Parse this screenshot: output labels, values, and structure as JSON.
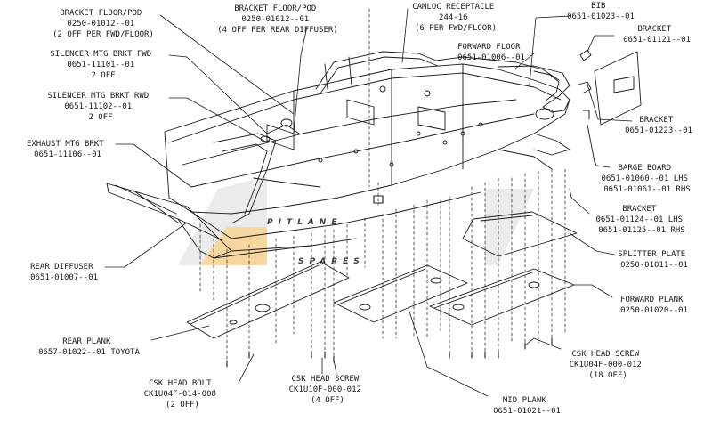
{
  "callouts": [
    {
      "id": "bracket-floor-pod-fwd",
      "lines": [
        "BRACKET FLOOR/POD",
        "0250-01012--01",
        "(2 OFF PER FWD/FLOOR)"
      ]
    },
    {
      "id": "bracket-floor-pod-rear",
      "lines": [
        "BRACKET FLOOR/POD",
        "0250-01012--01",
        "(4 OFF PER REAR DIFFUSER)"
      ]
    },
    {
      "id": "camloc-receptacle",
      "lines": [
        "CAMLOC RECEPTACLE",
        "244-16",
        "(6 PER FWD/FLOOR)"
      ]
    },
    {
      "id": "bib",
      "lines": [
        "BIB",
        "0651-01023--01"
      ]
    },
    {
      "id": "forward-floor",
      "lines": [
        "FORWARD FLOOR",
        "0651-01006--01"
      ]
    },
    {
      "id": "bracket-top",
      "lines": [
        "BRACKET",
        "0651-01121--01"
      ]
    },
    {
      "id": "silencer-mtg-brkt-fwd",
      "lines": [
        "SILENCER MTG BRKT FWD",
        "0651-11101--01",
        "2 OFF"
      ]
    },
    {
      "id": "silencer-mtg-brkt-rwd",
      "lines": [
        "SILENCER MTG BRKT RWD",
        "0651-11102--01",
        "2 OFF"
      ]
    },
    {
      "id": "bracket-side",
      "lines": [
        "BRACKET",
        "0651-01223--01"
      ]
    },
    {
      "id": "exhaust-mtg-brkt",
      "lines": [
        "EXHAUST MTG BRKT",
        "0651-11106--01"
      ]
    },
    {
      "id": "barge-board",
      "lines": [
        "BARGE BOARD",
        "0651-01060--01 LHS",
        "0651-01061--01 RHS"
      ]
    },
    {
      "id": "bracket-lower",
      "lines": [
        "BRACKET",
        "0651-01124--01 LHS",
        "0651-01125--01 RHS"
      ]
    },
    {
      "id": "splitter-plate",
      "lines": [
        "SPLITTER PLATE",
        "0250-01011--01"
      ]
    },
    {
      "id": "rear-diffuser",
      "lines": [
        "REAR DIFFUSER",
        "0651-01007--01"
      ]
    },
    {
      "id": "forward-plank",
      "lines": [
        "FORWARD PLANK",
        "0250-01020--01"
      ]
    },
    {
      "id": "rear-plank",
      "lines": [
        "REAR PLANK",
        "0657-01022--01 TOYOTA"
      ]
    },
    {
      "id": "csk-head-screw-right",
      "lines": [
        "CSK HEAD SCREW",
        "CK1U04F-000-012",
        "(18 OFF)"
      ]
    },
    {
      "id": "csk-head-bolt",
      "lines": [
        "CSK HEAD BOLT",
        "CK1U04F-014-008",
        "(2 OFF)"
      ]
    },
    {
      "id": "csk-head-screw-mid",
      "lines": [
        "CSK HEAD SCREW",
        "CK1U10F-000-012",
        "(4 OFF)"
      ]
    },
    {
      "id": "mid-plank",
      "lines": [
        "MID PLANK",
        "0651-01021--01"
      ]
    }
  ],
  "watermark": {
    "line1": "PITLANE",
    "line2": "SPARES",
    "color_primary": "#bfbfbf",
    "color_accent": "#f2b65a"
  },
  "colors": {
    "line": "#1a1a1a",
    "background": "#ffffff"
  }
}
